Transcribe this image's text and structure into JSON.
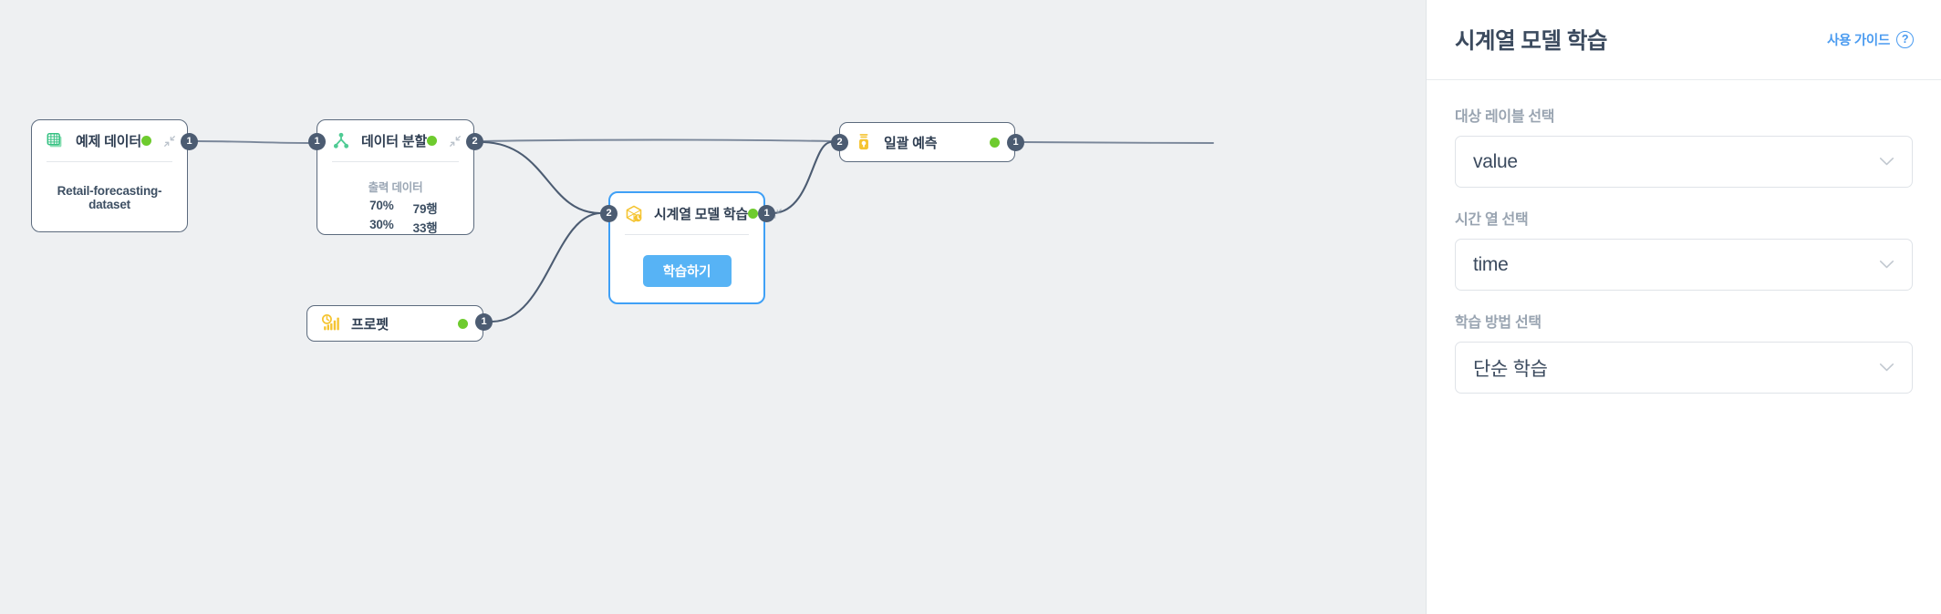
{
  "canvas": {
    "background_color": "#eef0f2",
    "nodes": [
      {
        "id": "dataset",
        "title": "예제 데이터",
        "icon": "table-grid-icon",
        "icon_color": "#5fd09a",
        "status": "ready",
        "status_color": "#6ecb2e",
        "dataset_name": "Retail-forecasting-dataset",
        "ports": {
          "out": [
            "1"
          ]
        }
      },
      {
        "id": "split",
        "title": "데이터 분할",
        "icon": "split-branch-icon",
        "icon_color": "#5fd09a",
        "status": "ready",
        "status_color": "#6ecb2e",
        "body_caption": "출력 데이터",
        "rows": [
          {
            "percent": "70%",
            "count": "79행"
          },
          {
            "percent": "30%",
            "count": "33행"
          }
        ],
        "ports": {
          "in": [
            "1"
          ],
          "out": [
            "2"
          ]
        }
      },
      {
        "id": "prophet",
        "title": "프로펫",
        "icon": "prophet-chart-clock-icon",
        "icon_color": "#f5c431",
        "status": "ready",
        "status_color": "#6ecb2e",
        "ports": {
          "out": [
            "1"
          ]
        }
      },
      {
        "id": "model",
        "title": "시계열 모델 학습",
        "icon": "timeseries-model-icon",
        "icon_color": "#f5c431",
        "status": "ready",
        "status_color": "#6ecb2e",
        "selected": true,
        "selection_color": "#3fa0f6",
        "button_label": "학습하기",
        "button_color": "#57b3f5",
        "ports": {
          "in": [
            "2"
          ],
          "out": [
            "1"
          ]
        }
      },
      {
        "id": "predict",
        "title": "일괄 예측",
        "icon": "batch-predict-icon",
        "icon_color": "#f5c431",
        "status": "ready",
        "status_color": "#6ecb2e",
        "ports": {
          "in": [
            "2"
          ],
          "out": [
            "1"
          ]
        }
      }
    ]
  },
  "panel": {
    "title": "시계열 모델 학습",
    "guide_label": "사용 가이드",
    "guide_icon": "question-circle-icon",
    "accent_color": "#4a9bf0",
    "fields": [
      {
        "label": "대상 레이블 선택",
        "value": "value"
      },
      {
        "label": "시간 열 선택",
        "value": "time"
      },
      {
        "label": "학습 방법 선택",
        "value": "단순 학습"
      }
    ]
  }
}
